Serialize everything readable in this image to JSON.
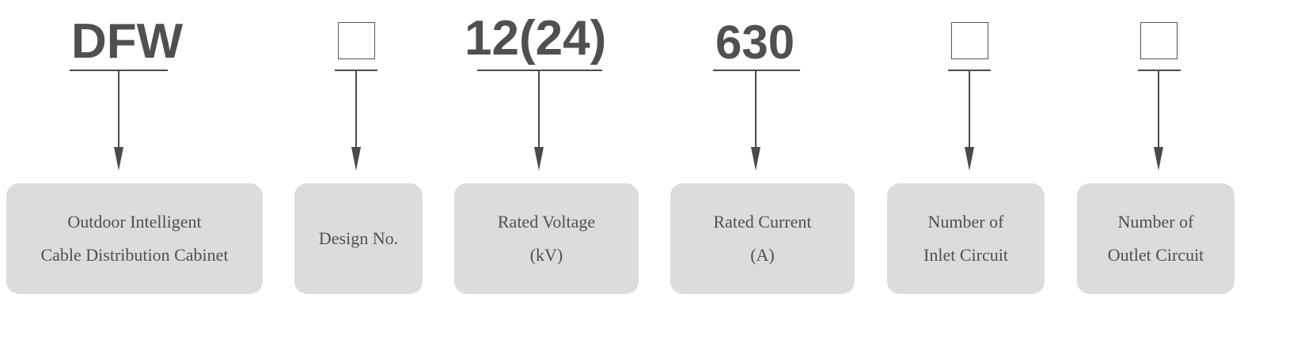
{
  "segments": [
    {
      "code": "DFW",
      "desc_lines": [
        "Outdoor Intelligent",
        "Cable Distribution Cabinet"
      ]
    },
    {
      "code": "",
      "desc_lines": [
        "Design No."
      ]
    },
    {
      "code": "12(24)",
      "desc_lines": [
        "Rated Voltage",
        "(kV)"
      ]
    },
    {
      "code": "630",
      "desc_lines": [
        "Rated Current",
        "(A)"
      ]
    },
    {
      "code": "",
      "desc_lines": [
        "Number of",
        "Inlet Circuit"
      ]
    },
    {
      "code": "",
      "desc_lines": [
        "Number of",
        "Outlet Circuit"
      ]
    }
  ],
  "colors": {
    "code_text": "#505050",
    "line": "#4a4a4a",
    "box_fill": "#dcdcdd",
    "box_text": "#505050"
  }
}
